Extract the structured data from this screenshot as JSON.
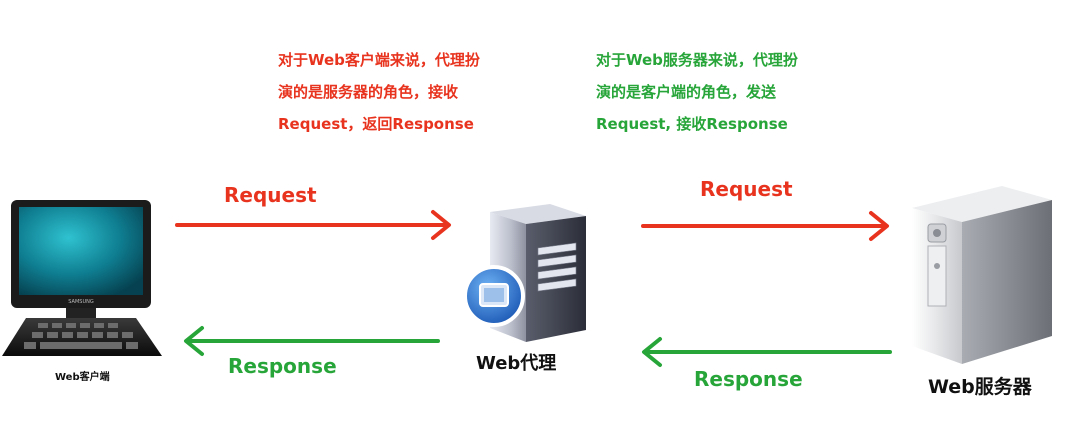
{
  "client_note": [
    "对于Web客户端来说，代理扮",
    "演的是服务器的角色，接收",
    "Request，返回Response"
  ],
  "server_note": [
    "对于Web服务器来说，代理扮",
    "演的是客户端的角色，发送",
    "Request, 接收Response"
  ],
  "arrows": {
    "left_request": "Request",
    "left_response": "Response",
    "right_request": "Request",
    "right_response": "Response"
  },
  "nodes": {
    "client": "Web客户端",
    "proxy": "Web代理",
    "server": "Web服务器",
    "monitor_brand": "SAMSUNG"
  },
  "colors": {
    "request": "#e8341f",
    "response": "#27a539"
  },
  "icons": {
    "client": "desktop-computer-icon",
    "proxy": "proxy-server-icon",
    "server": "tower-server-icon"
  }
}
